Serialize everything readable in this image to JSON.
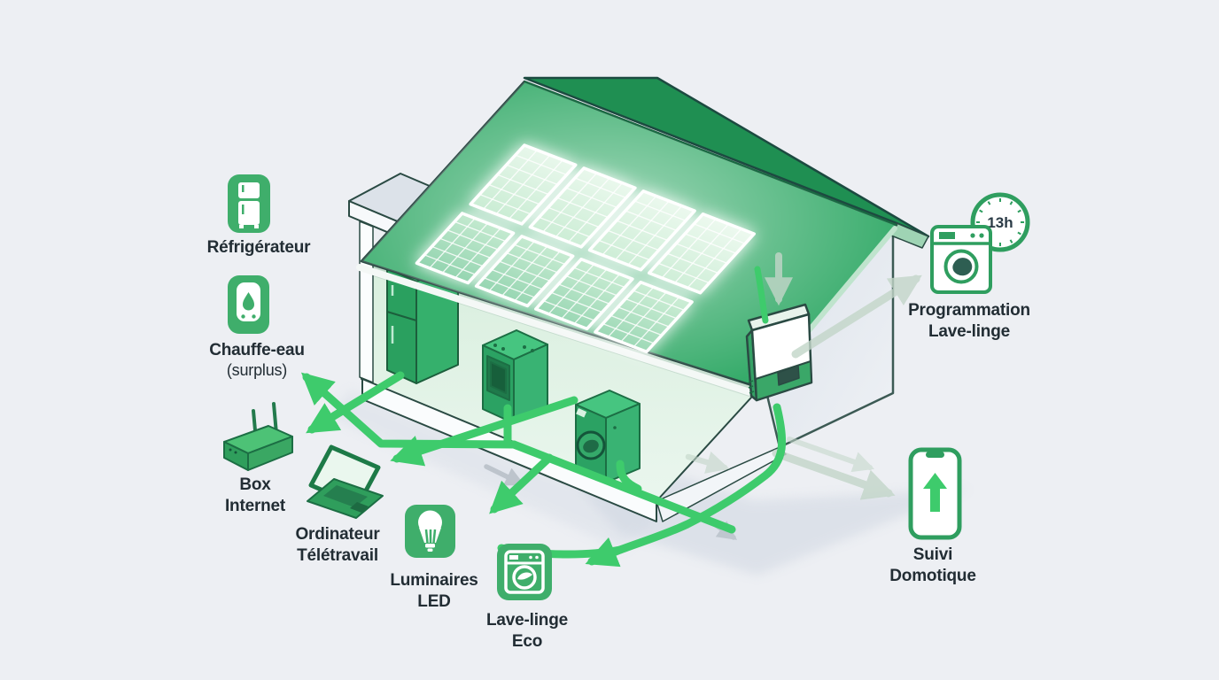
{
  "scene": {
    "background": "#edeff3",
    "accent_green": "#3ecb6c",
    "tile_green": "#3fae6b",
    "roof_green": "#33aa68",
    "roof_dark_green": "#1d8a4f",
    "outline_color": "#2a4a43",
    "text_color": "#222d34",
    "solar_panels_count": 8
  },
  "clock": {
    "time": "13h"
  },
  "labels": {
    "refrigerator": "Réfrigérateur",
    "water_heater_1": "Chauffe-eau",
    "water_heater_2": "(surplus)",
    "internet_box_1": "Box",
    "internet_box_2": "Internet",
    "computer_1": "Ordinateur",
    "computer_2": "Télétravail",
    "led_lights_1": "Luminaires",
    "led_lights_2": "LED",
    "washer_eco_1": "Lave-linge",
    "washer_eco_2": "Eco",
    "washer_programming_1": "Programmation",
    "washer_programming_2": "Lave-linge",
    "home_monitoring_1": "Suivi",
    "home_monitoring_2": "Domotique"
  }
}
